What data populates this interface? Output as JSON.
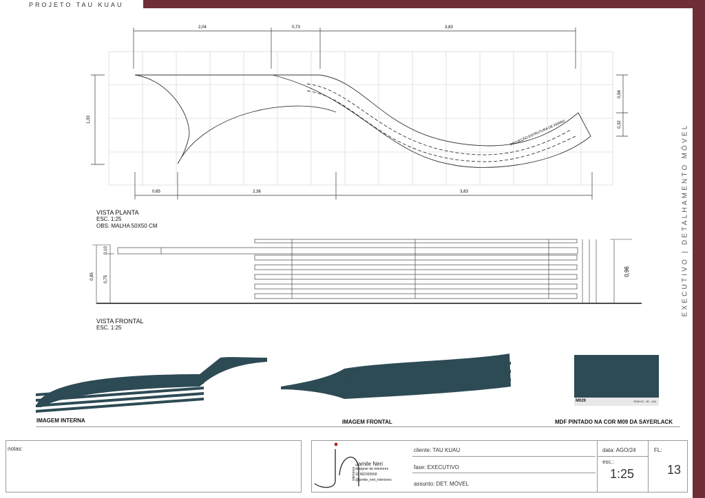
{
  "header": {
    "project": "PROJETO TAU KUAU"
  },
  "side_label": "EXECUTIVO | DETALHAMENTO MÓVEL",
  "plan": {
    "title": "VISTA PLANTA",
    "scale": "ESC. 1:25",
    "obs": "OBS: MALHA 50X50 CM",
    "top_dims": [
      "2,04",
      "0,73",
      "3,83"
    ],
    "bottom_dims": [
      "0,65",
      "2,36",
      "3,83"
    ],
    "left_dim": "1,33",
    "right_dims": [
      "0,56",
      "0,32"
    ],
    "note": "PROJEÇÃO ESTRUTURA DE FERRO"
  },
  "front": {
    "title": "VISTA FRONTAL",
    "scale": "ESC. 1:25",
    "left_dims": [
      "0,85",
      "0,10",
      "0,75"
    ],
    "right_dim": "0,96"
  },
  "images": {
    "internal": "IMAGEM INTERNA",
    "frontal": "IMAGEM FRONTAL",
    "material": "MDF PINTADO NA COR M09 DA SAYERLACK"
  },
  "swatch": {
    "code": "M029",
    "rgb": "RGB 63 - 90 - 104",
    "color": "#2d4b55"
  },
  "title_block": {
    "notes_label": "notas:",
    "designer_name": "Jamile Neri",
    "designer_role": "designer de interiores",
    "phone": "11 982365568",
    "handle": "@jamile_neri_interiores",
    "brand_vertical": "interiores",
    "client": "cliente: TAU KUAU",
    "phase": "fase: EXECUTIVO",
    "subject": "assunto: DET. MÓVEL",
    "date": "data: AGO/24",
    "scale_label": "esc.:",
    "scale_value": "1:25",
    "sheet_label": "FL:",
    "sheet_number": "13"
  },
  "colors": {
    "brand": "#6e2e37",
    "material": "#2d4b55"
  }
}
